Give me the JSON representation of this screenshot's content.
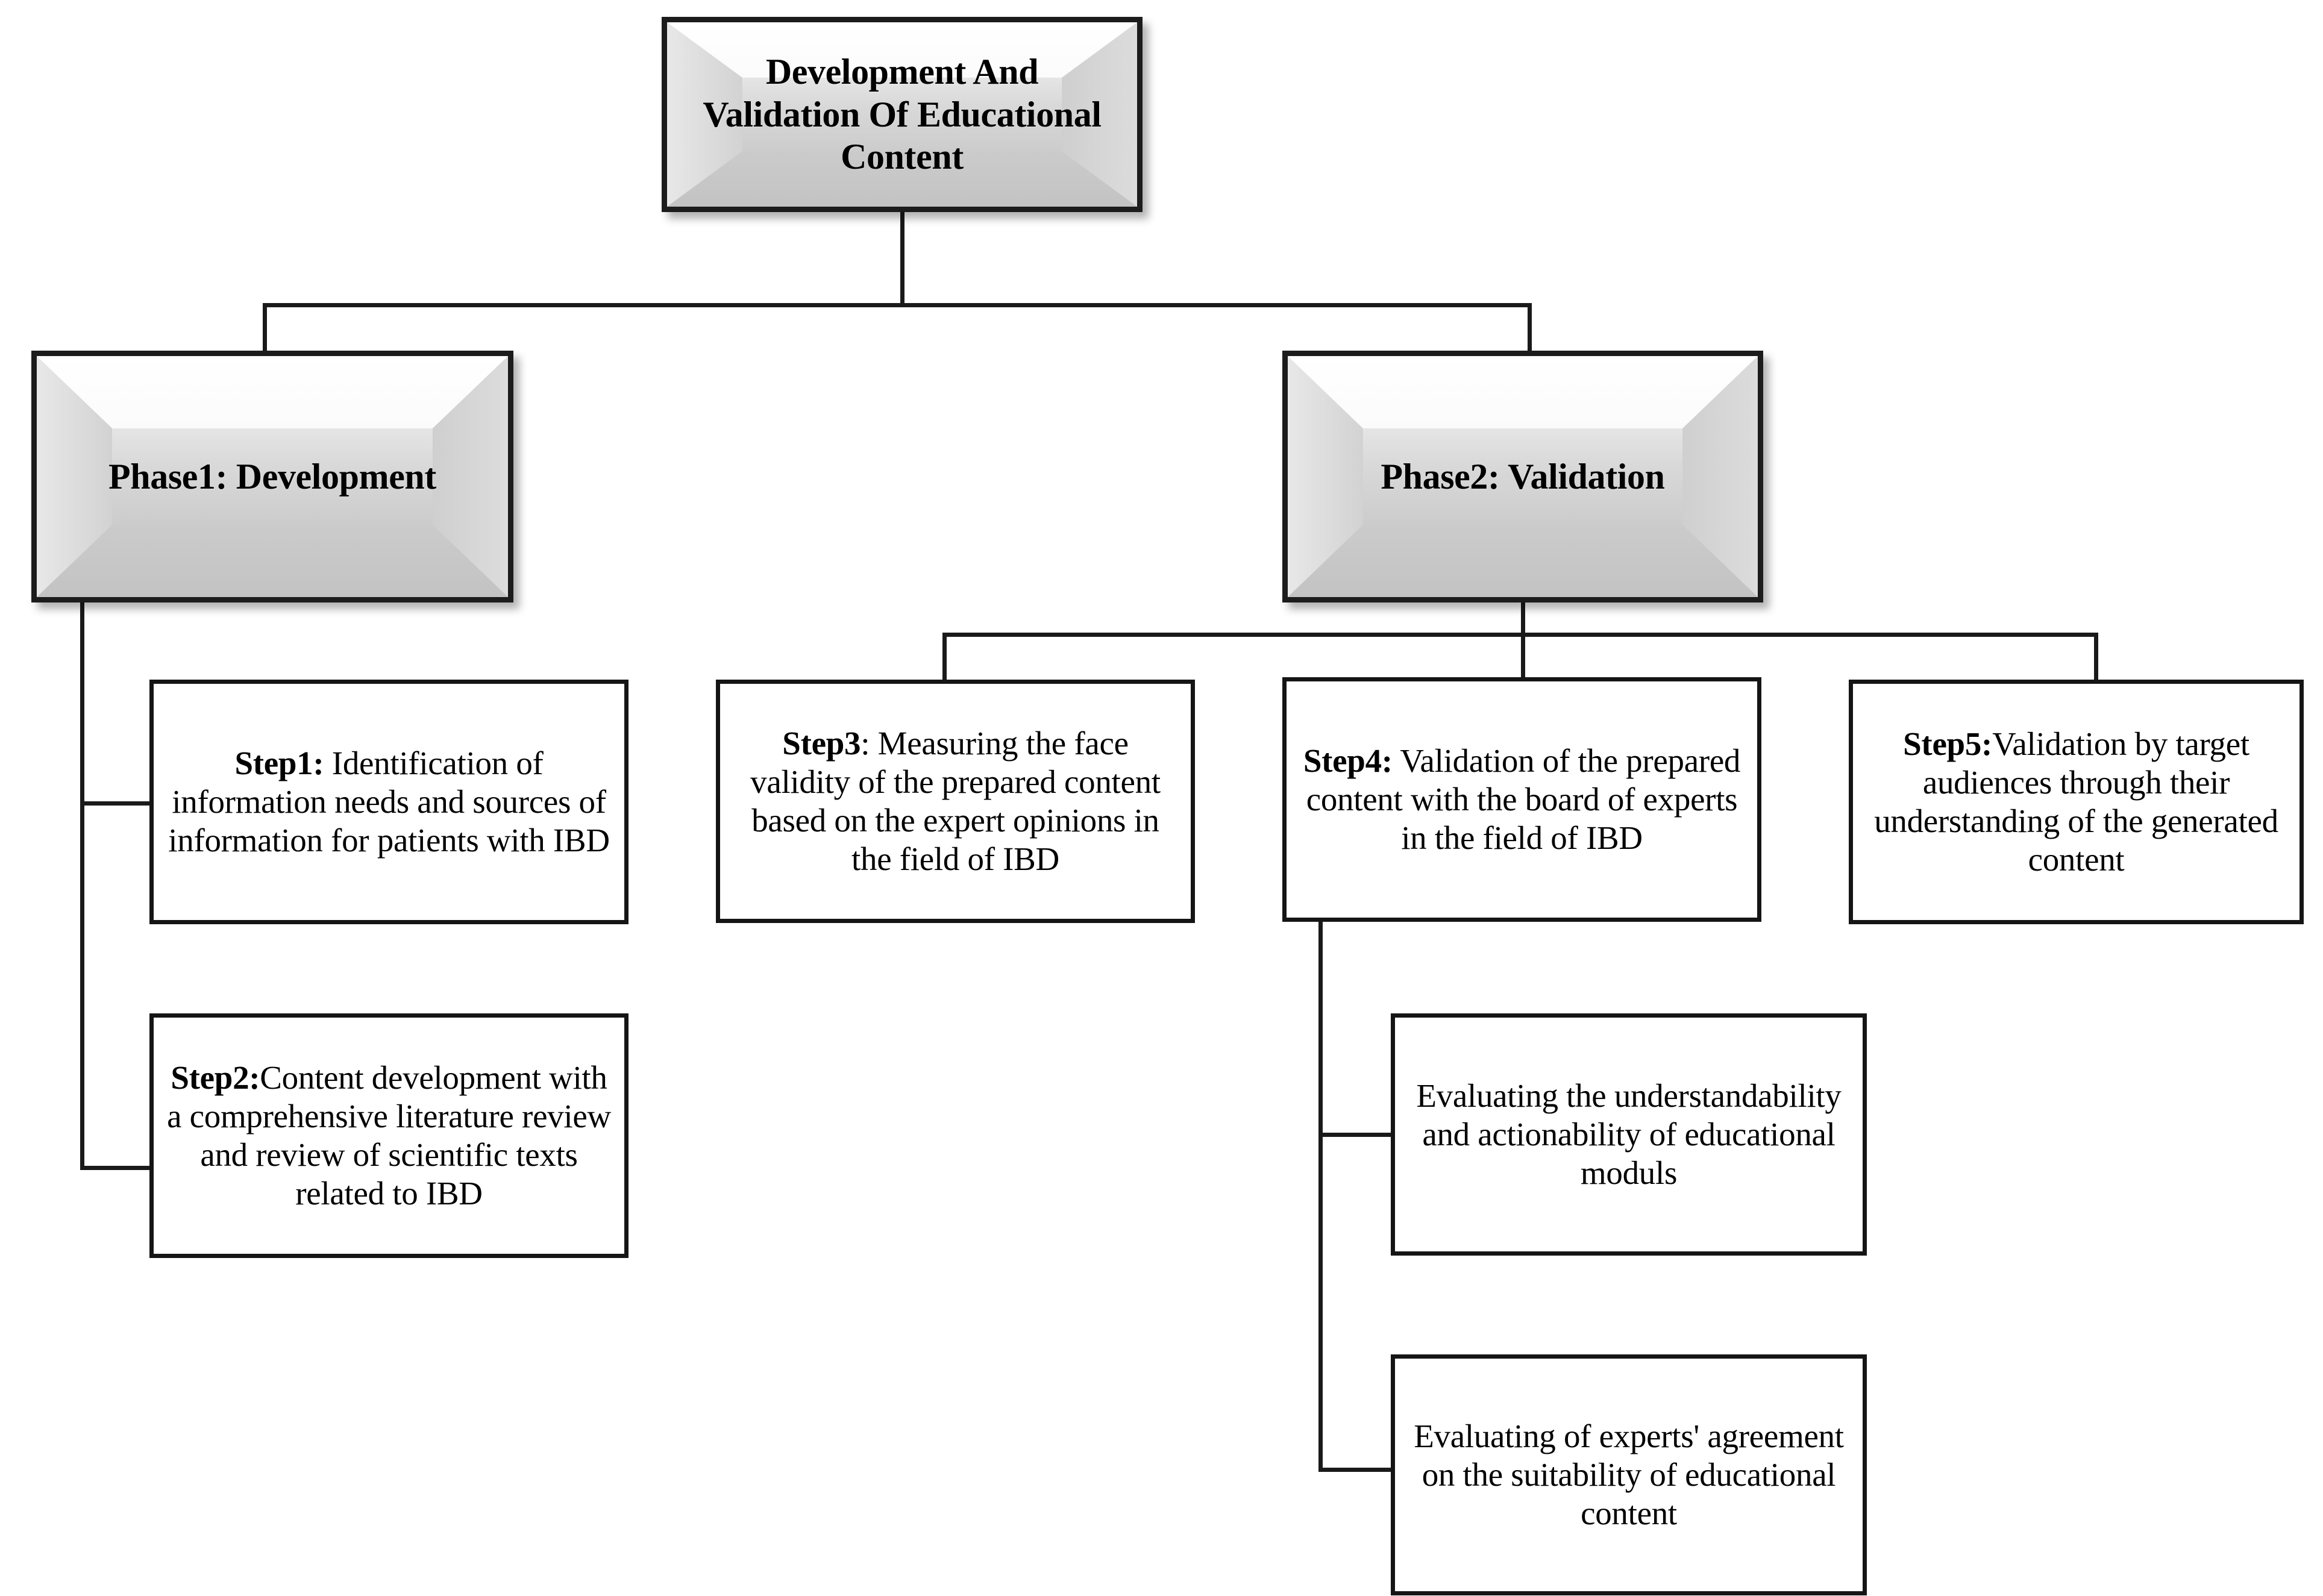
{
  "diagram": {
    "title": "Development And Validation Of Educational Content",
    "type": "flowchart-tree",
    "accent_colors": {
      "line": "#1a1a1a",
      "box_border": "#151515",
      "bevel_border": "#1c1c1c",
      "bevel_fill_top": "#ffffff",
      "bevel_fill_bottom": "#c6c6c6",
      "step_fill": "#ffffff",
      "background": "#ffffff"
    }
  },
  "nodes": {
    "root": {
      "line1": "Development And",
      "line2": "Validation Of Educational",
      "line3": "Content"
    },
    "phase1": {
      "label": "Phase1: Development"
    },
    "phase2": {
      "label": "Phase2: Validation"
    },
    "step1": {
      "prefix": "Step1:",
      "body": " Identification of information needs and sources of information for patients with IBD"
    },
    "step2": {
      "prefix": "Step2:",
      "body": "Content development with a comprehensive literature review and review of scientific texts related to IBD"
    },
    "step3": {
      "prefix": "Step3",
      "body": ": Measuring the face validity of the prepared content based on the expert opinions in the field of IBD"
    },
    "step4": {
      "prefix": "Step4:",
      "body": " Validation of the prepared content with the board of experts in the field of IBD"
    },
    "step5": {
      "prefix": "Step5:",
      "body": "Validation by target audiences through their understanding of the generated content"
    },
    "sub1": {
      "text": "Evaluating the understandability and actionability of educational moduls"
    },
    "sub2": {
      "text": "Evaluating of experts' agreement on the suitability of educational content"
    }
  },
  "edges": [
    {
      "from": "root",
      "to": "phase1"
    },
    {
      "from": "root",
      "to": "phase2"
    },
    {
      "from": "phase1",
      "to": "step1"
    },
    {
      "from": "phase1",
      "to": "step2"
    },
    {
      "from": "phase2",
      "to": "step3"
    },
    {
      "from": "phase2",
      "to": "step4"
    },
    {
      "from": "phase2",
      "to": "step5"
    },
    {
      "from": "step4",
      "to": "sub1"
    },
    {
      "from": "step4",
      "to": "sub2"
    }
  ]
}
